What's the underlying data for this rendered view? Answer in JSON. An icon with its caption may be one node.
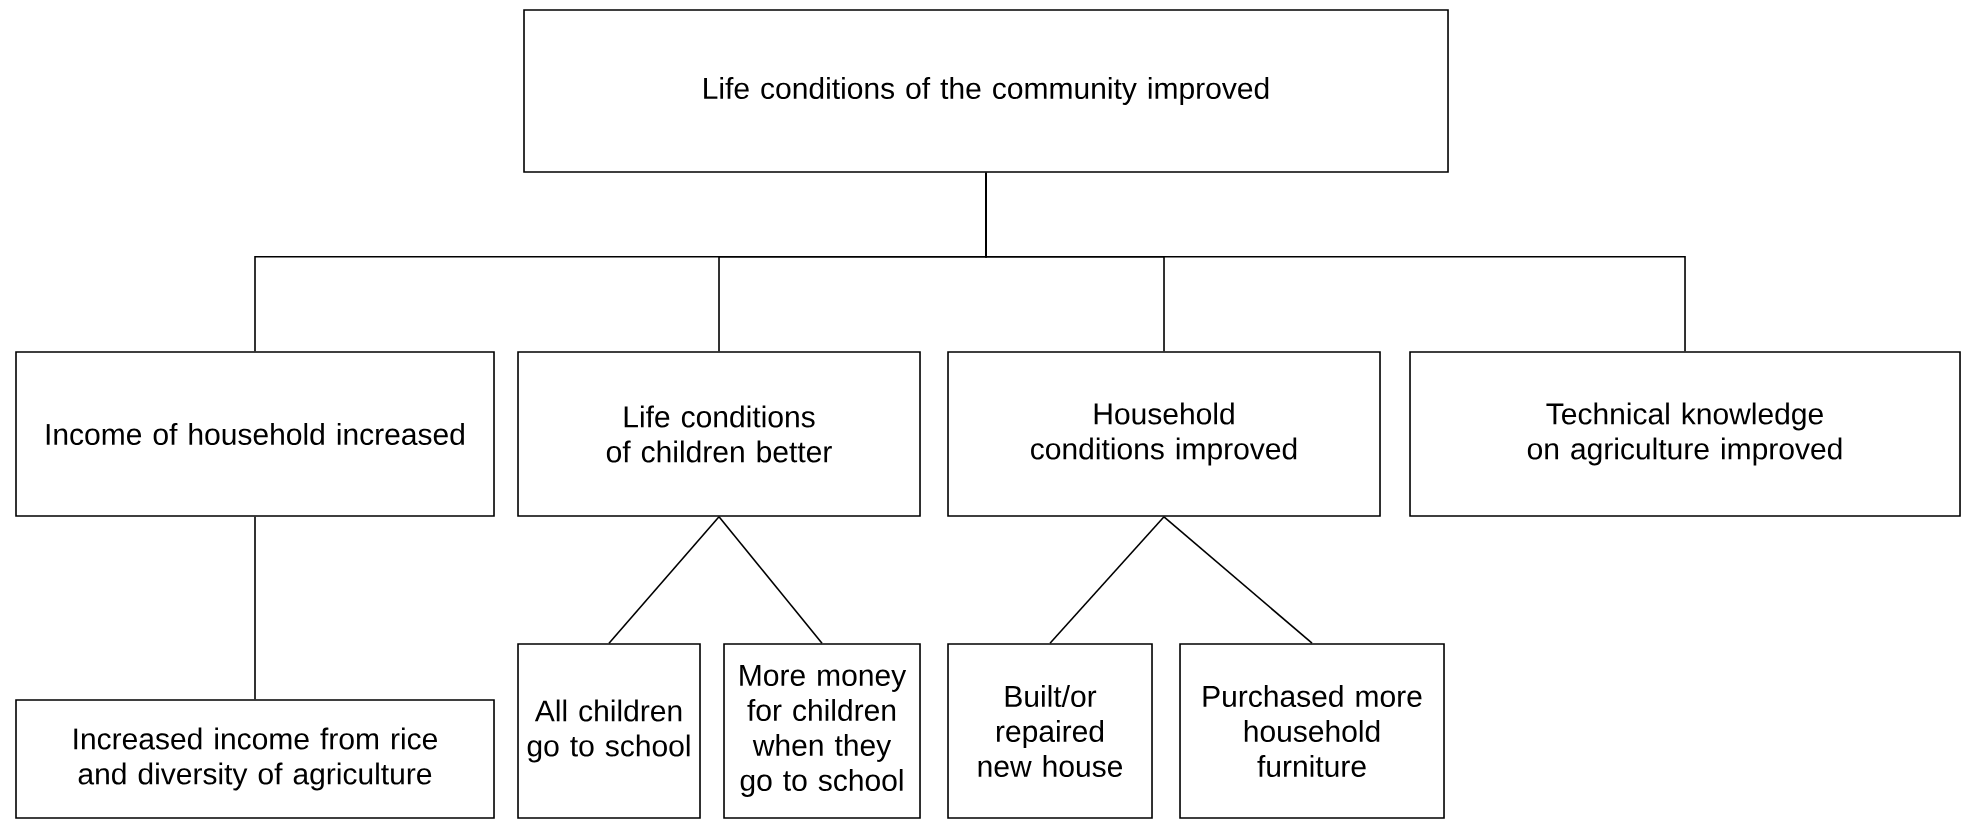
{
  "diagram": {
    "nodes": [
      {
        "text": [
          "Life conditions of the community improved"
        ]
      },
      {
        "text": [
          "Income of household increased"
        ]
      },
      {
        "text": [
          "Life conditions of children better"
        ]
      },
      {
        "text": [
          "Household conditions improved"
        ]
      },
      {
        "text": [
          "Technical knowledge on agriculture improved"
        ]
      },
      {
        "text": [
          "Increased income from rice and diversity of agriculture"
        ]
      },
      {
        "text": [
          "All children go to school"
        ]
      },
      {
        "text": [
          "More money for children when they go to school"
        ]
      },
      {
        "text": [
          "Built/or repaired new house"
        ]
      },
      {
        "text": [
          "Purchased more household furniture"
        ]
      }
    ],
    "edges": [
      {
        "from": 0,
        "to": 1,
        "arrow": "none"
      },
      {
        "from": 0,
        "to": 2,
        "arrow": "none"
      },
      {
        "from": 0,
        "to": 3,
        "arrow": "none"
      },
      {
        "from": 0,
        "to": 4,
        "arrow": "none"
      },
      {
        "from": 1,
        "to": 5,
        "arrow": "none"
      },
      {
        "from": 2,
        "to": 6,
        "arrow": "none"
      },
      {
        "from": 2,
        "to": 7,
        "arrow": "none"
      },
      {
        "from": 3,
        "to": 8,
        "arrow": "none"
      },
      {
        "from": 3,
        "to": 9,
        "arrow": "none"
      }
    ]
  }
}
